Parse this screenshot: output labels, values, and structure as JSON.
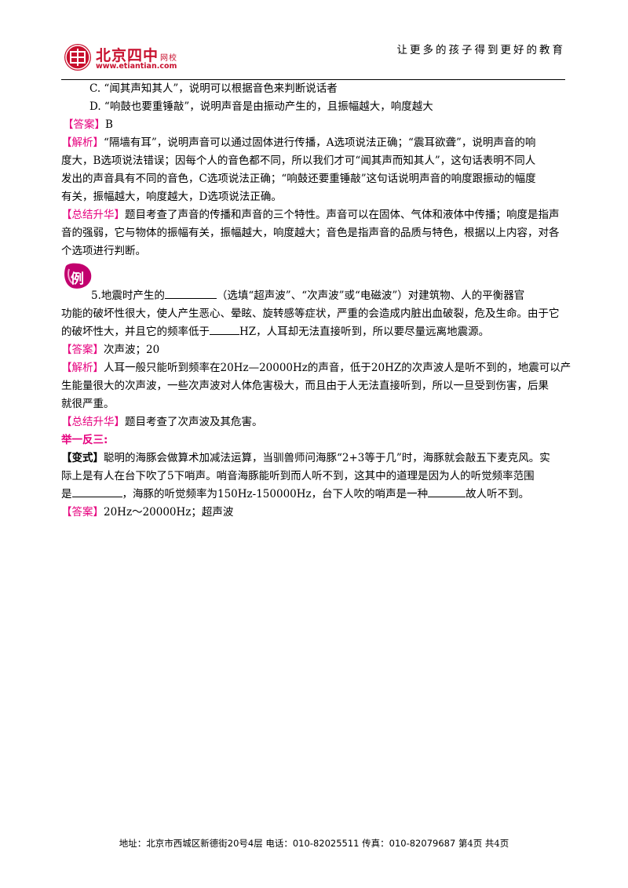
{
  "header": {
    "logo_name": "北京四中",
    "logo_sub": "网校",
    "logo_url": "www.etiantian.com",
    "slogan": "让更多的孩子得到更好的教育",
    "brand_color": "#c8102e"
  },
  "colors": {
    "accent": "#e6007e"
  },
  "q4": {
    "option_c": "C. “闻其声知其人”，说明可以根据音色来判断说话者",
    "option_d": "D. “响鼓也要重锤敲”，说明声音是由振动产生的，且振幅越大，响度越大",
    "answer_tag": "【答案】",
    "answer": "B",
    "analysis_tag": "【解析】",
    "analysis_lines": [
      "“隔墙有耳”，说明声音可以通过固体进行传播，A选项说法正确；“震耳欲聋”，说明声音的响",
      "度大，B选项说法错误；因每个人的音色都不同，所以我们才可“闻其声而知其人”，这句话表明不同人",
      "发出的声音具有不同的音色，C选项说法正确；“响鼓还要重锤敲”这句话说明声音的响度跟振动的幅度",
      "有关，振幅越大，响度越大，D选项说法正确。"
    ],
    "summary_tag": "【总结升华】",
    "summary_lines": [
      "题目考查了声音的传播和声音的三个特性。声音可以在固体、气体和液体中传播；响度是指声",
      "音的强弱，它与物体的振幅有关，振幅越大，响度越大；音色是指声音的品质与特色，根据以上内容，对各",
      "个选项进行判断。"
    ]
  },
  "q5": {
    "icon_label": "例",
    "q_part1": "5.地震时产生的",
    "q_part2": "（选填“超声波”、“次声波”或“电磁波”）对建筑物、人的平衡器官",
    "q_line2": "功能的破坏性很大，使人产生恶心、晕眩、旋转感等症状，严重的会造成内脏出血破裂，危及生命。由于它",
    "q_line3_part1": "的破坏性大，并且它的频率低于",
    "q_line3_part2": "HZ，人耳却无法直接听到，所以要尽量远离地震源。",
    "answer_tag": "【答案】",
    "answer": "次声波；20",
    "analysis_tag": "【解析】",
    "analysis_lines": [
      "人耳一般只能听到频率在20Hz—20000Hz的声音，低于20HZ的次声波人是听不到的，地震可以产",
      "生能量很大的次声波，一些次声波对人体危害极大，而且由于人无法直接听到，所以一旦受到伤害，后果",
      "就很严重。"
    ],
    "summary_tag": "【总结升华】",
    "summary": "题目考查了次声波及其危害。"
  },
  "variant": {
    "heading": "举一反三:",
    "tag": "【变式】",
    "line1": "聪明的海豚会做算术加减法运算，当驯兽师问海豚“2+3等于几”时，海豚就会敲五下麦克风。实",
    "line2": "际上是有人在台下吹了5下哨声。哨音海豚能听到而人听不到，这其中的道理是因为人的听觉频率范围",
    "line3_part1": "是",
    "line3_part2": "，海豚的听觉频率为150Hz-150000Hz，台下人吹的哨声是一种",
    "line3_part3": "故人听不到。",
    "answer_tag": "【答案】",
    "answer": "20Hz～20000Hz；超声波"
  },
  "footer": {
    "address": "地址：北京市西城区新德街20号4层 电话：010-82025511 传真：010-82079687",
    "page": "第4页 共4页"
  }
}
